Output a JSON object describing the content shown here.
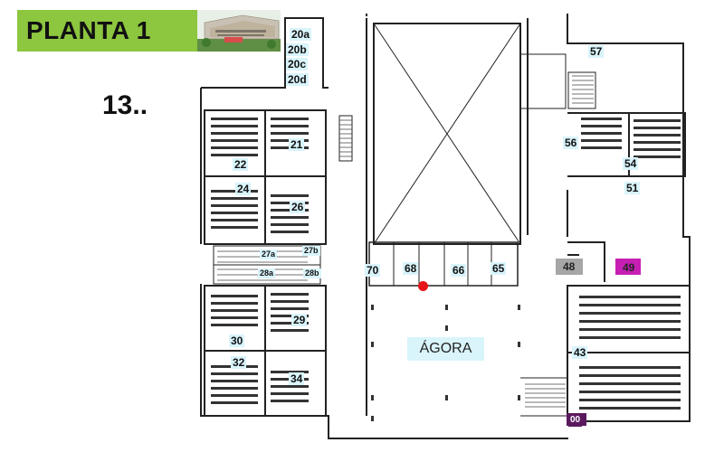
{
  "header": {
    "title": "PLANTA 1",
    "accent_color": "#8dc63f"
  },
  "reference_mark": "13..",
  "central_area": {
    "label": "ÁGORA"
  },
  "location_marker": {
    "color": "#e8141b"
  },
  "rooms": [
    {
      "id": "20a",
      "label": "20a"
    },
    {
      "id": "20b",
      "label": "20b"
    },
    {
      "id": "20c",
      "label": "20c"
    },
    {
      "id": "20d",
      "label": "20d"
    },
    {
      "id": "21",
      "label": "21"
    },
    {
      "id": "22",
      "label": "22"
    },
    {
      "id": "24",
      "label": "24"
    },
    {
      "id": "26",
      "label": "26"
    },
    {
      "id": "27a",
      "label": "27a"
    },
    {
      "id": "27b",
      "label": "27b"
    },
    {
      "id": "28a",
      "label": "28a"
    },
    {
      "id": "28b",
      "label": "28b"
    },
    {
      "id": "29",
      "label": "29"
    },
    {
      "id": "30",
      "label": "30"
    },
    {
      "id": "32",
      "label": "32"
    },
    {
      "id": "34",
      "label": "34"
    },
    {
      "id": "70",
      "label": "70"
    },
    {
      "id": "68",
      "label": "68"
    },
    {
      "id": "66",
      "label": "66"
    },
    {
      "id": "65",
      "label": "65"
    },
    {
      "id": "57",
      "label": "57"
    },
    {
      "id": "56",
      "label": "56"
    },
    {
      "id": "54",
      "label": "54"
    },
    {
      "id": "51",
      "label": "51"
    },
    {
      "id": "48",
      "label": "48",
      "color": "#a6a6a6"
    },
    {
      "id": "49",
      "label": "49",
      "color": "#c71fb4"
    },
    {
      "id": "43",
      "label": "43"
    },
    {
      "id": "00",
      "label": "00",
      "color": "#5b1a5e"
    }
  ]
}
